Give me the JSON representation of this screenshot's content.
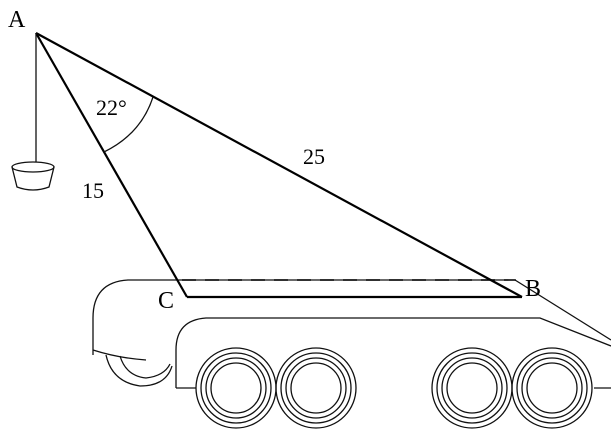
{
  "diagram": {
    "points": {
      "A": "A",
      "B": "B",
      "C": "C"
    },
    "measurements": {
      "side_AB": "25",
      "side_AC": "15",
      "angle_A": "22°"
    }
  }
}
